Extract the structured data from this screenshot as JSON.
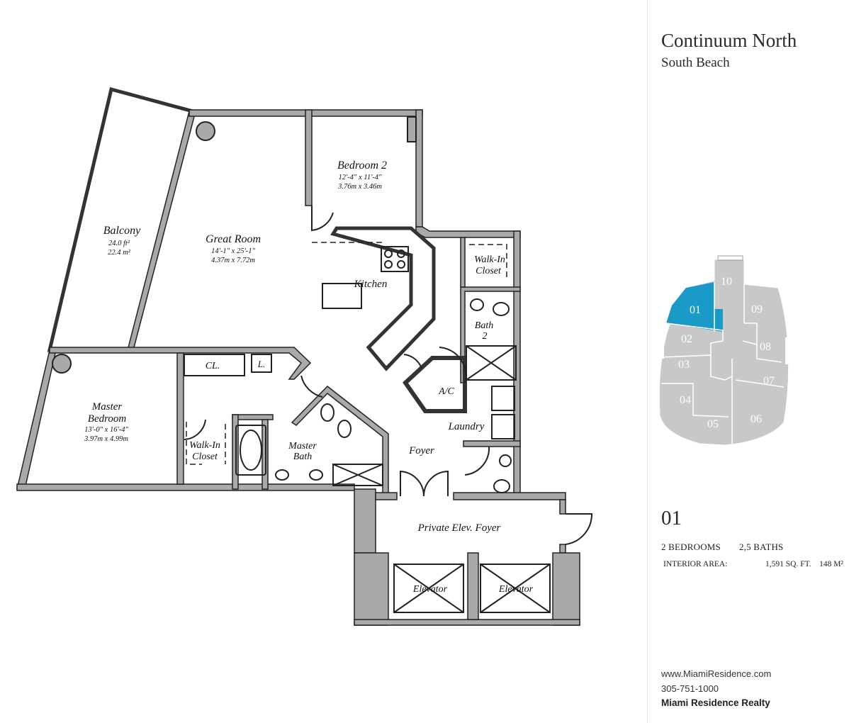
{
  "building": {
    "name": "Continuum North",
    "location": "South Beach"
  },
  "unit": {
    "number": "01",
    "bedrooms": "2 BEDROOMS",
    "baths": "2,5 BATHS",
    "interior_label": "INTERIOR AREA:",
    "sqft": "1,591 SQ. FT.",
    "sqm": "148 M²"
  },
  "contact": {
    "website": "www.MiamiResidence.com",
    "phone": "305-751-1000",
    "company": "Miami Residence Realty"
  },
  "rooms": {
    "balcony": {
      "name": "Balcony",
      "dim1": "24.0 ft²",
      "dim2": "22.4 m²"
    },
    "great_room": {
      "name": "Great Room",
      "dim1": "14'-1\" x 25'-1\"",
      "dim2": "4.37m x 7.72m"
    },
    "bedroom2": {
      "name": "Bedroom 2",
      "dim1": "12'-4\" x 11'-4\"",
      "dim2": "3.76m x 3.46m"
    },
    "kitchen": {
      "name": "Kitchen"
    },
    "walkin1_a": "Walk-In",
    "walkin1_b": "Closet",
    "bath2_a": "Bath",
    "bath2_b": "2",
    "ac": "A/C",
    "laundry": "Laundry",
    "foyer": "Foyer",
    "cl": "CL.",
    "l": "L.",
    "master_a": "Master",
    "master_b": "Bedroom",
    "master_dim1": "13'-0\" x 16'-4\"",
    "master_dim2": "3.97m x 4.99m",
    "walkin2_a": "Walk-In",
    "walkin2_b": "Closet",
    "mbath_a": "Master",
    "mbath_b": "Bath",
    "elev_foyer": "Private Elev. Foyer",
    "elevator1": "Elevator",
    "elevator2": "Elevator"
  },
  "keyplan": {
    "highlight_color": "#1a9ac6",
    "units": [
      "10",
      "01",
      "09",
      "02",
      "08",
      "03",
      "07",
      "04",
      "05",
      "06"
    ]
  }
}
